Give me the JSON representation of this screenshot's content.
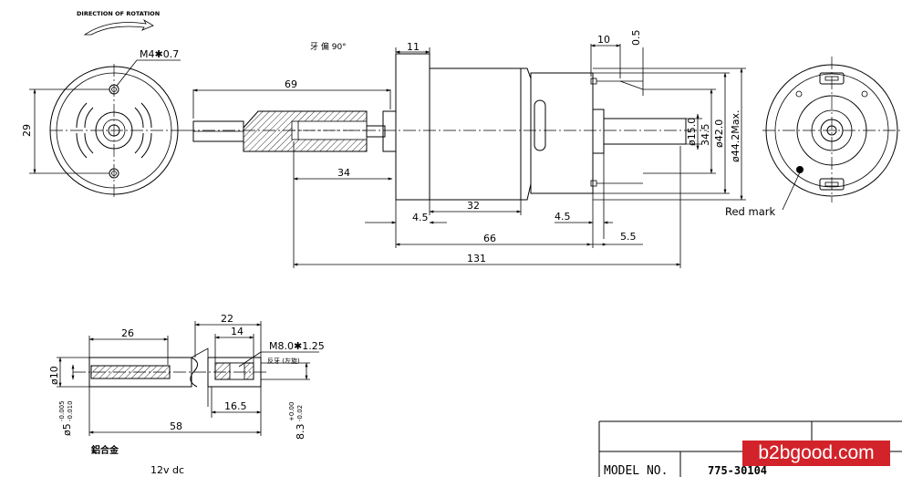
{
  "rotation": {
    "label": "DIRECTION OF ROTATION"
  },
  "top_note": "牙 偏 90°",
  "left_view": {
    "thread": "M4✱0.7",
    "dim_29": "29"
  },
  "side_view": {
    "d69": "69",
    "d11": "11",
    "d10": "10",
    "d05": "0.5",
    "d34": "34",
    "d32": "32",
    "d45a": "4.5",
    "d45b": "4.5",
    "d66": "66",
    "d55": "5.5",
    "d131": "131",
    "phi15": "ø15.0",
    "d345": "34.5",
    "phi42": "ø42.0",
    "phi442": "ø44.2Max."
  },
  "right_view": {
    "red_mark": "Red mark"
  },
  "shaft_detail": {
    "d26": "26",
    "d22": "22",
    "d14": "14",
    "thread": "M8.0✱1.25",
    "thread_note": "反牙 (左旋)",
    "phi10": "ø10",
    "phi5": "ø5",
    "phi5_tol_up": "-0.005",
    "phi5_tol_dn": "-0.010",
    "d165": "16.5",
    "d58": "58",
    "d83": "8.3",
    "d83_tol_up": "+0.00",
    "d83_tol_dn": "-0.02",
    "material": "鋁合金"
  },
  "voltage": "12v dc",
  "title_block": {
    "model_label": "MODEL NO.",
    "model_value": "775-30104"
  },
  "watermark": "b2bgood.com"
}
